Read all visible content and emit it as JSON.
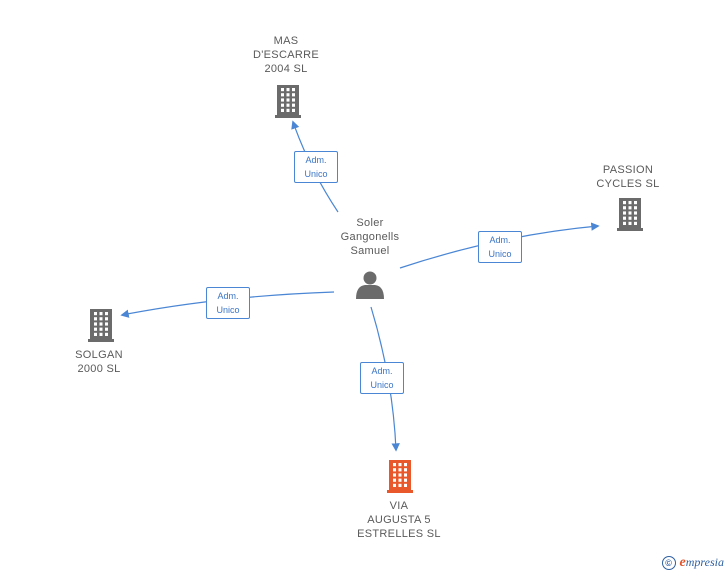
{
  "person": {
    "name": "Soler\nGangonells\nSamuel",
    "icon": "person-icon",
    "color": "#6b6b6b"
  },
  "companies": [
    {
      "id": "mas",
      "name": "MAS\nD'ESCARRE\n2004  SL",
      "color": "#6b6b6b",
      "icon": "building-icon",
      "role": "Adm.\nUnico"
    },
    {
      "id": "passion",
      "name": "PASSION\nCYCLES SL",
      "color": "#6b6b6b",
      "icon": "building-icon",
      "role": "Adm.\nUnico"
    },
    {
      "id": "solgan",
      "name": "SOLGAN\n2000  SL",
      "color": "#6b6b6b",
      "icon": "building-icon",
      "role": "Adm.\nUnico"
    },
    {
      "id": "via",
      "name": "VIA\nAUGUSTA 5\nESTRELLES SL",
      "color": "#e8582a",
      "icon": "building-icon",
      "role": "Adm.\nUnico"
    }
  ],
  "edge_color": "#4a86d4",
  "footer": {
    "copyright": "©",
    "brand_e": "e",
    "brand_rest": "mpresia"
  }
}
